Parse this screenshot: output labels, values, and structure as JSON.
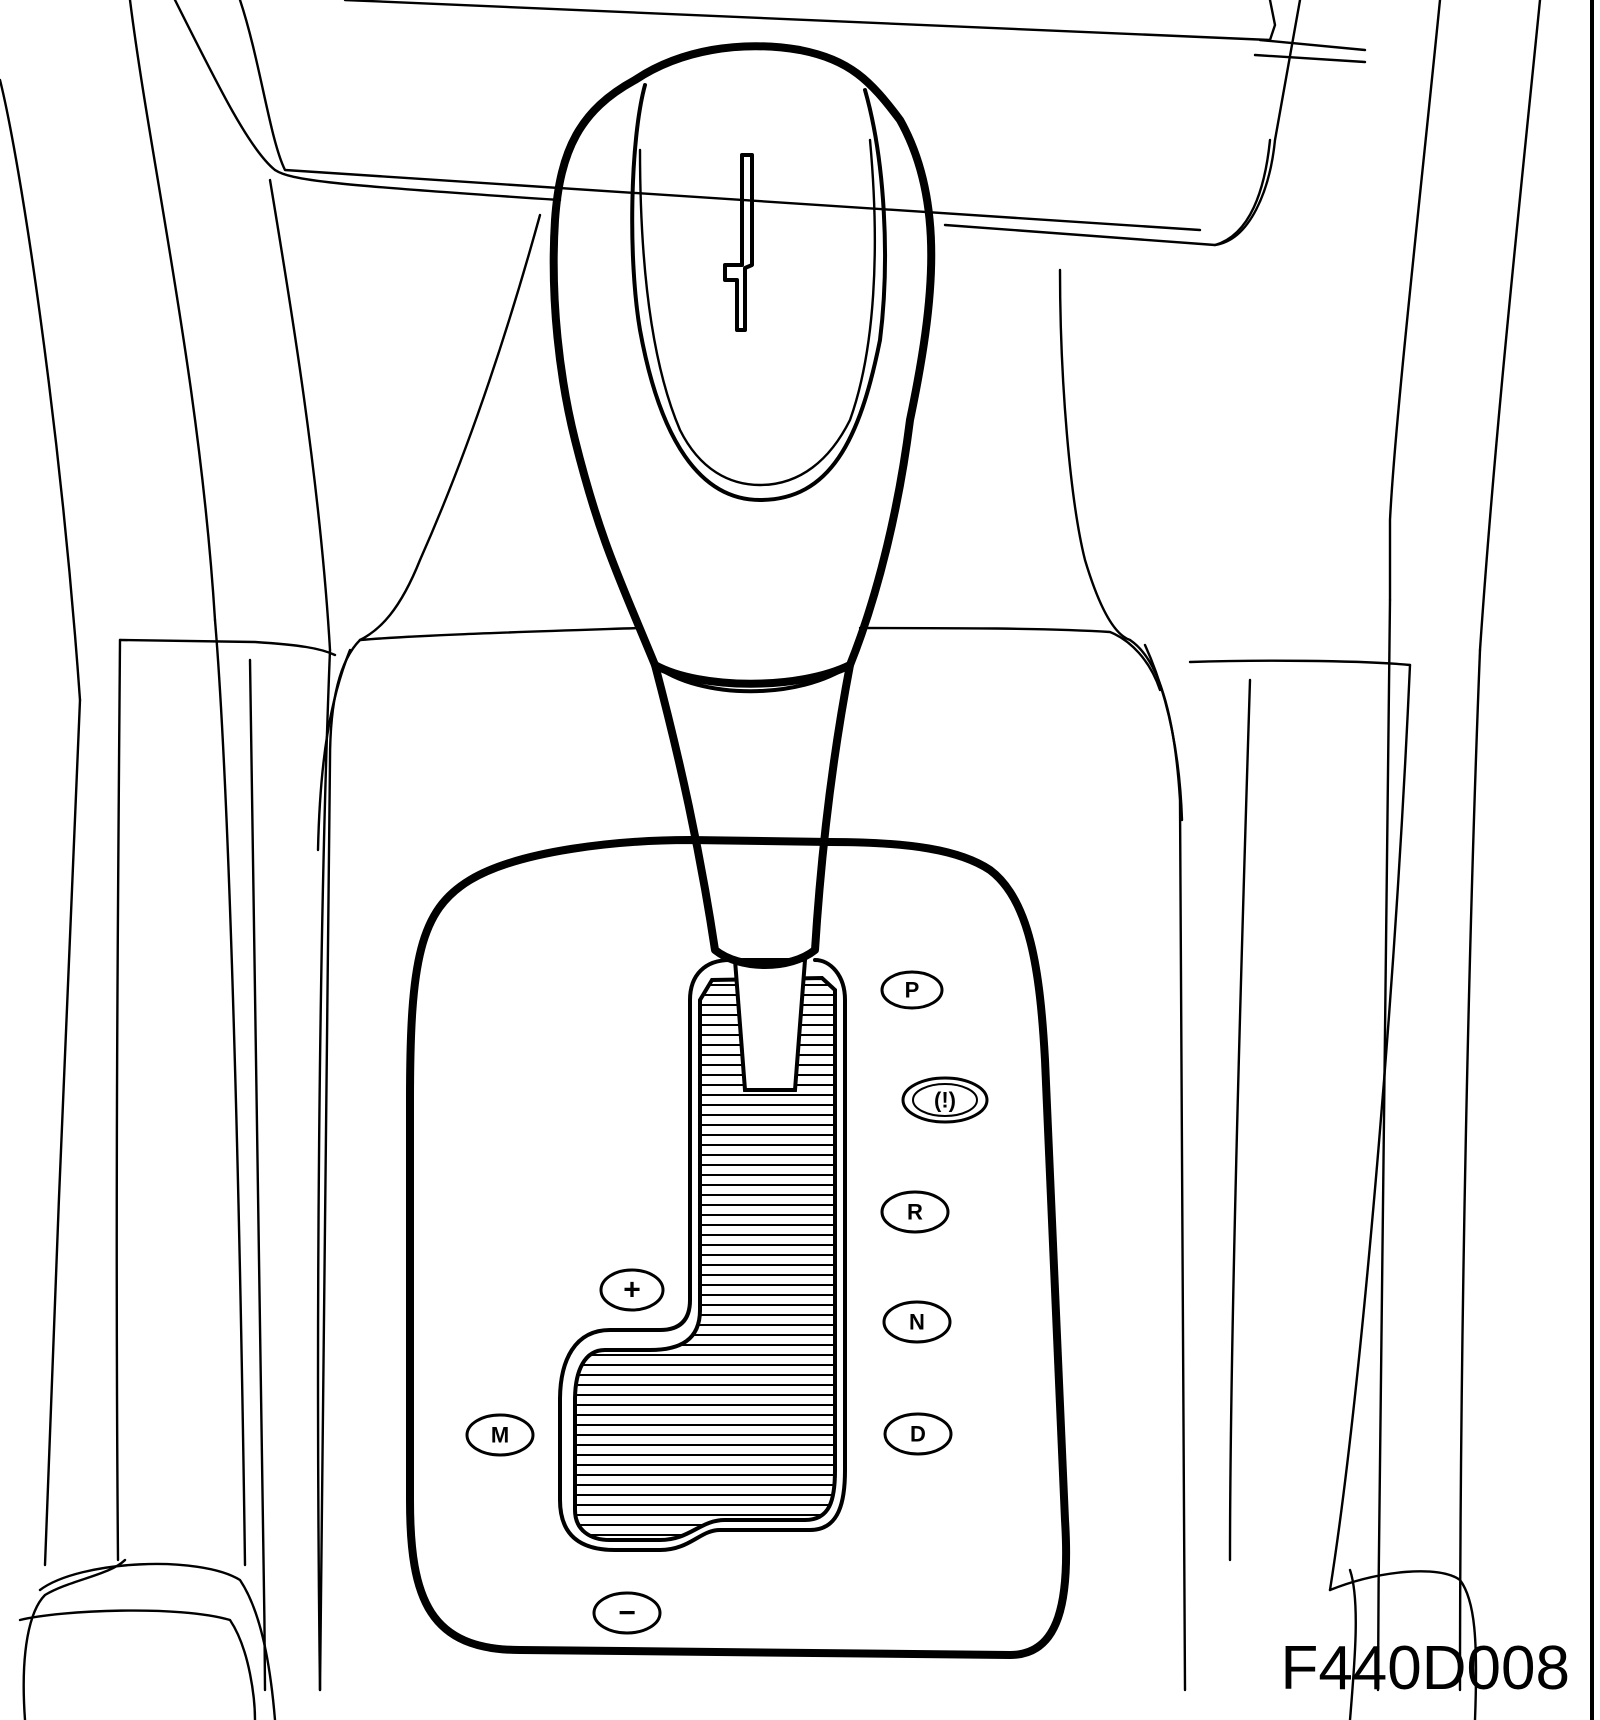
{
  "figure_code": "F440D008",
  "gear_positions": [
    {
      "id": "P",
      "label": "P"
    },
    {
      "id": "lock",
      "label": "(!)"
    },
    {
      "id": "R",
      "label": "R"
    },
    {
      "id": "N",
      "label": "N"
    },
    {
      "id": "D",
      "label": "D"
    },
    {
      "id": "M",
      "label": "M"
    },
    {
      "id": "plus",
      "label": "+"
    },
    {
      "id": "minus",
      "label": "−"
    }
  ]
}
